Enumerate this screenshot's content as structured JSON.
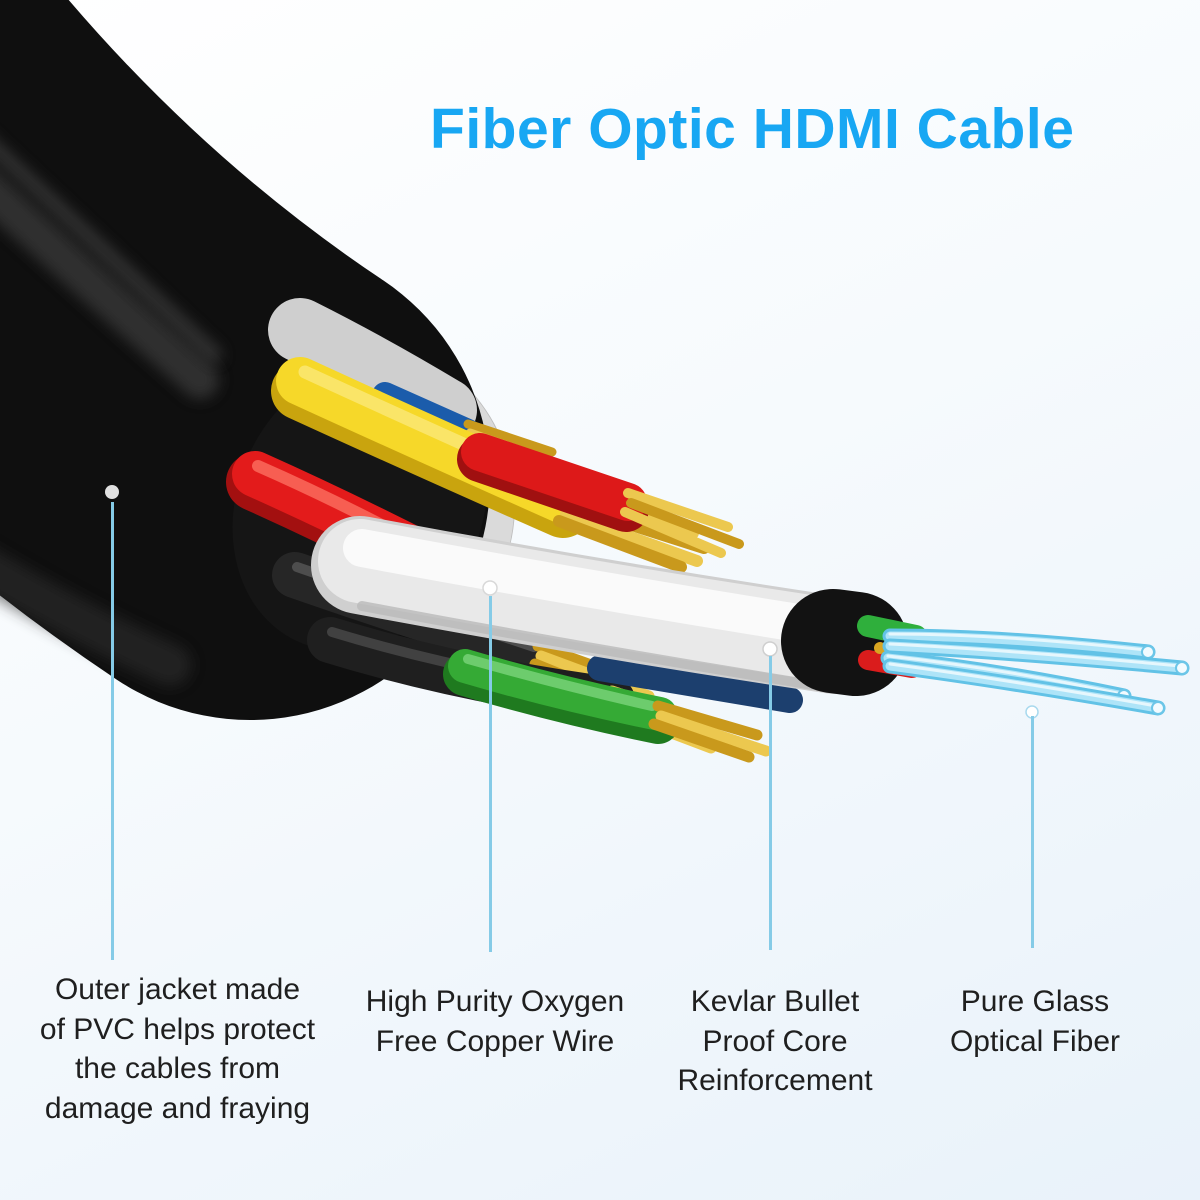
{
  "title": "Fiber Optic HDMI Cable",
  "colors": {
    "title": "#18a7f3",
    "callout_line": "#85cbe7",
    "label_text": "#1f1f1f",
    "background_top": "#ffffff",
    "background_bottom": "#e9f2fa"
  },
  "callouts": [
    {
      "id": "outer-jacket",
      "label": "Outer jacket made\nof PVC helps protect\nthe cables from\ndamage and fraying"
    },
    {
      "id": "copper-wire",
      "label": "High Purity Oxygen\nFree Copper Wire"
    },
    {
      "id": "kevlar-core",
      "label": "Kevlar Bullet\nProof Core\nReinforcement"
    },
    {
      "id": "optical-fiber",
      "label": "Pure Glass\nOptical Fiber"
    }
  ],
  "illustration": {
    "subject": "cutaway-of-fiber-optic-hdmi-cable",
    "parts": [
      {
        "name": "outer-jacket",
        "color": "#111111"
      },
      {
        "name": "inner-sheath",
        "color": "#c4c4c4"
      },
      {
        "name": "yellow-wire",
        "color": "#f2cf1d"
      },
      {
        "name": "red-wire",
        "color": "#e31b1b"
      },
      {
        "name": "blue-wire",
        "color": "#1b5cab"
      },
      {
        "name": "green-wire",
        "color": "#2e8f2e"
      },
      {
        "name": "black-shielded-wire",
        "color": "#262626"
      },
      {
        "name": "copper-strands",
        "color": "#d9a521"
      },
      {
        "name": "kevlar-core",
        "color": "#e9e9e9"
      },
      {
        "name": "optical-fiber",
        "color": "#8fd4ef"
      }
    ]
  }
}
